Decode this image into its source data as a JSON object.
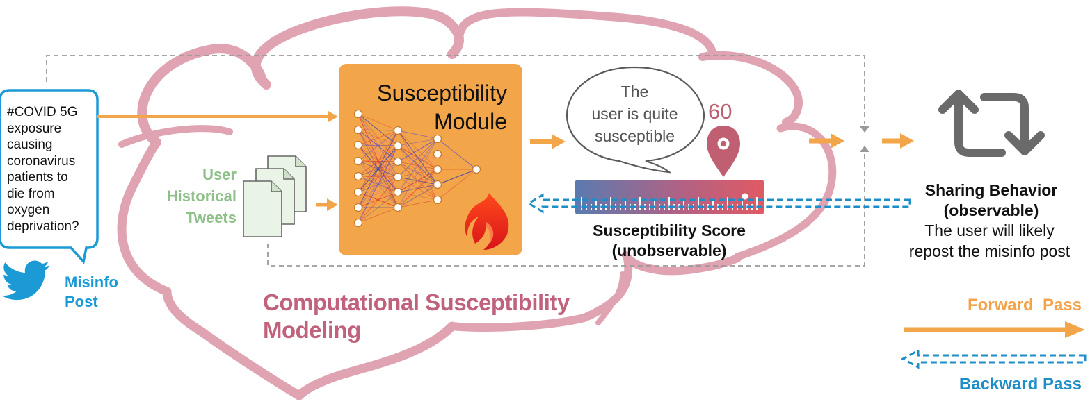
{
  "misinfo_post": {
    "lines": [
      "#COVID 5G",
      "exposure",
      "causing",
      "coronavirus",
      "patients to",
      "die from",
      "oxygen",
      "deprivation?"
    ],
    "label_line1": "Misinfo",
    "label_line2": "Post",
    "icon": "twitter-bird-icon"
  },
  "user_tweets": {
    "line1": "User",
    "line2": "Historical",
    "line3": "Tweets",
    "icon": "document-stack-icon"
  },
  "module": {
    "title_line1": "Susceptibility",
    "title_line2": "Module",
    "icon": "flame-icon",
    "color": "#f2a649"
  },
  "speech_bubble": {
    "line1": "The",
    "line2": "user is quite",
    "line3": "susceptible"
  },
  "score": {
    "value": "60",
    "fraction": 0.6,
    "label_line1": "Susceptibility Score",
    "label_line2": "(unobservable)",
    "icon": "location-pin-icon"
  },
  "sharing": {
    "title_line1": "Sharing Behavior",
    "title_line2": "(observable)",
    "desc_line1": "The user will likely",
    "desc_line2": "repost the misinfo post",
    "icon": "repost-icon"
  },
  "cloud_label": {
    "line1": "Computational Susceptibility",
    "line2": "Modeling"
  },
  "legend": {
    "forward": "Forward  Pass",
    "backward": "Backward Pass"
  },
  "colors": {
    "forward_arrow": "#f2a649",
    "backward_arrow": "#1e8ec9",
    "cloud": "#e0a3b2",
    "twitter_blue": "#1c9ad6",
    "tweets_green": "#8fc08a",
    "cloud_text": "#c0627c"
  }
}
